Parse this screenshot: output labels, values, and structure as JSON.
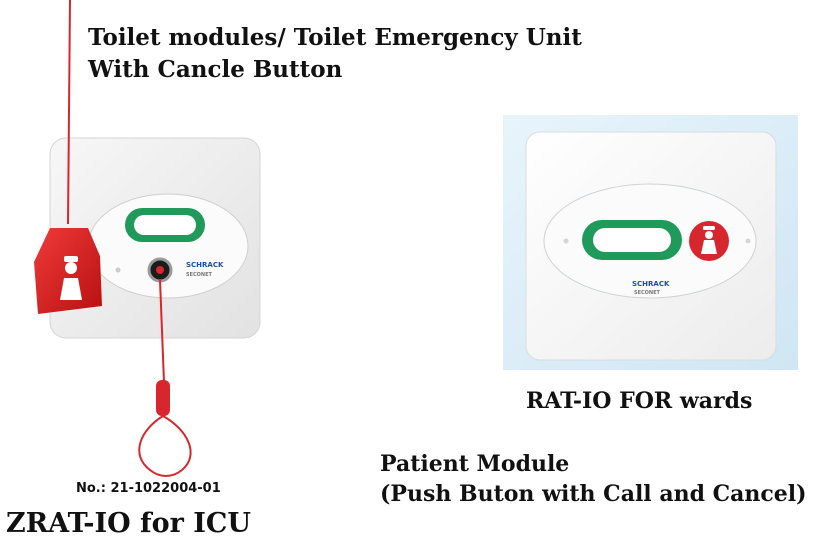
{
  "heading": {
    "line1": "Toilet modules/ Toilet Emergency Unit",
    "line2": "With Cancle Button"
  },
  "left_device": {
    "part_number": "No.: 21-1022004-01",
    "caption": "ZRAT-IO for ICU",
    "brand": "SCHRACK",
    "brand_sub": "SECONET",
    "pull_cord_color": "#d8262e",
    "call_button_color": "#1f9a5a"
  },
  "right_device": {
    "caption": "RAT-IO FOR wards",
    "brand": "SCHRACK",
    "brand_sub": "SECONET",
    "call_button_color": "#1f9a5a",
    "cancel_button_color": "#d8262e"
  },
  "patient_module": {
    "line1": "Patient Module",
    "line2": "(Push Buton with Call and Cancel)"
  },
  "icons": [
    "nurse-icon",
    "pull-cord-handle",
    "cord-loop"
  ]
}
